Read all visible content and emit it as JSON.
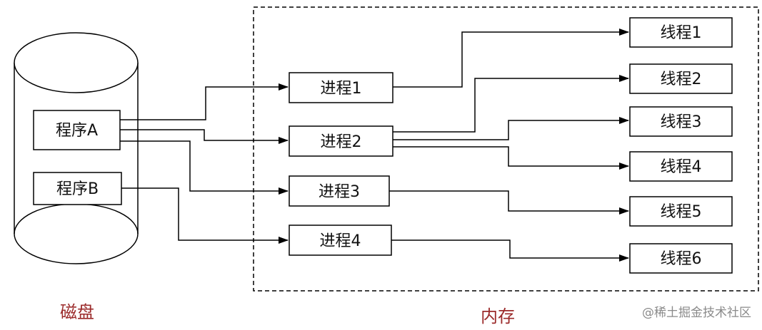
{
  "labels": {
    "disk": "磁盘",
    "memory": "内存",
    "watermark": "@稀土掘金技术社区"
  },
  "programs": [
    {
      "label": "程序A"
    },
    {
      "label": "程序B"
    }
  ],
  "processes": [
    {
      "label": "进程1"
    },
    {
      "label": "进程2"
    },
    {
      "label": "进程3"
    },
    {
      "label": "进程4"
    }
  ],
  "threads": [
    {
      "label": "线程1"
    },
    {
      "label": "线程2"
    },
    {
      "label": "线程3"
    },
    {
      "label": "线程4"
    },
    {
      "label": "线程5"
    },
    {
      "label": "线程6"
    }
  ],
  "colors": {
    "line": "#000000",
    "caption": "#9b2a2a",
    "watermark": "#8a8a8a"
  }
}
